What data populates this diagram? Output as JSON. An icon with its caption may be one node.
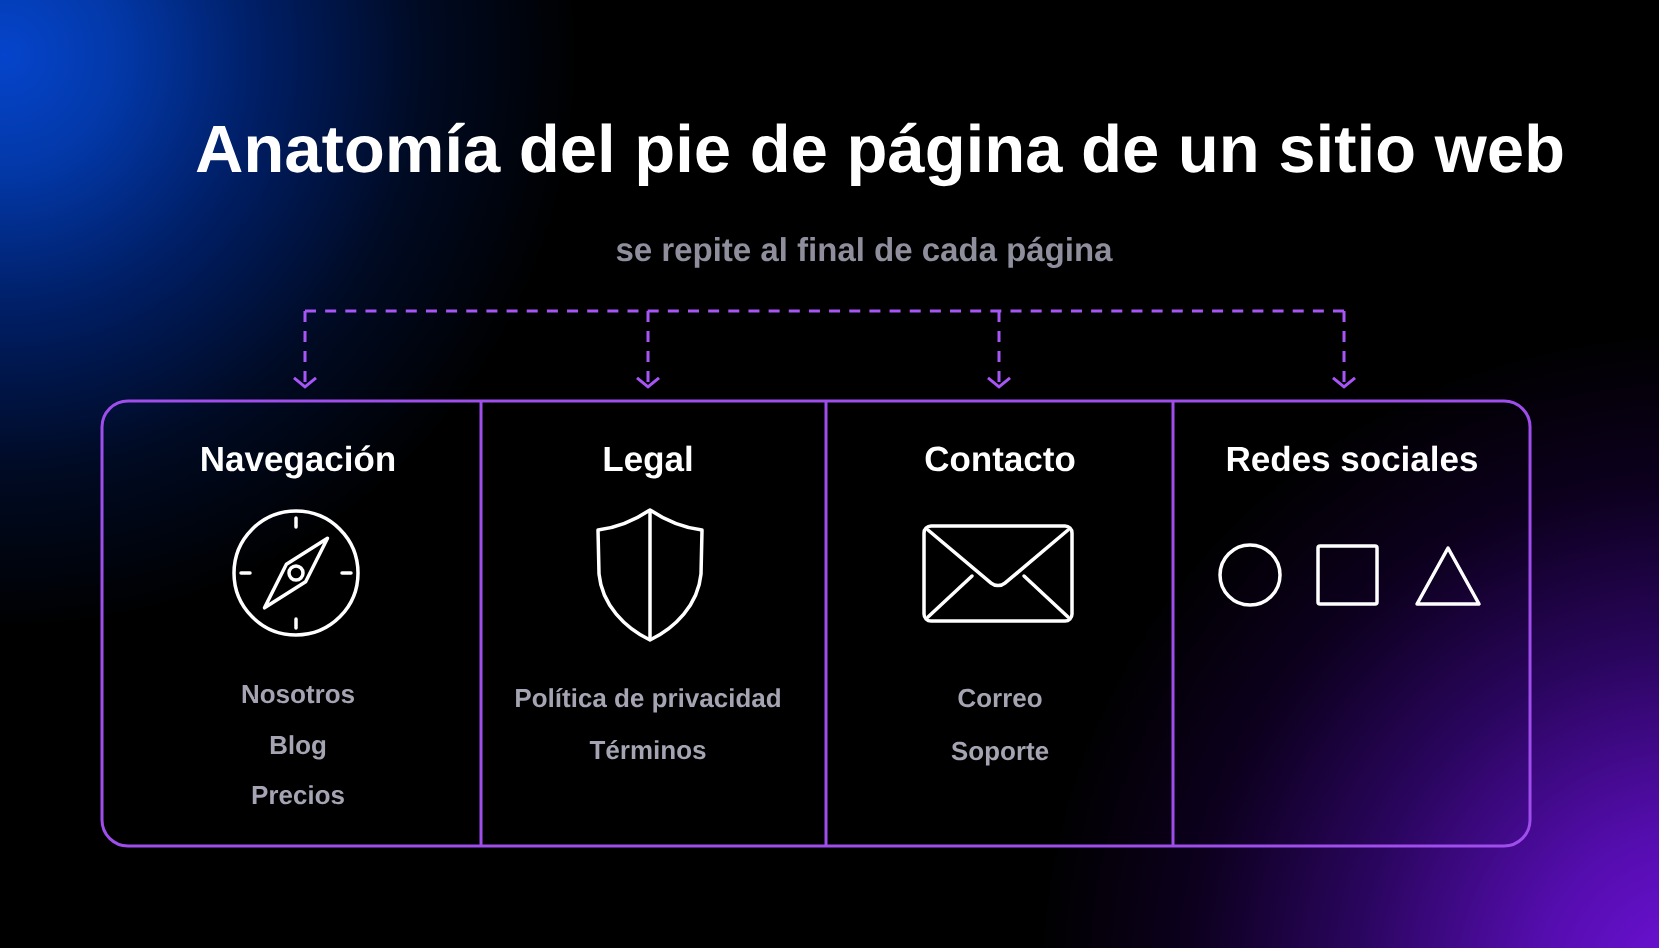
{
  "diagram": {
    "title": "Anatomía del pie de página de un sitio web",
    "nodes": [
      {
        "text": [],
        "shape": "box"
      },
      {
        "text": [
          "Navegación",
          "Nosotros",
          "Blog",
          "Precios"
        ],
        "in": 0
      },
      {
        "text": [
          "Legal",
          "Política de privacidad",
          "Términos"
        ],
        "in": 0
      },
      {
        "text": [
          "Contacto",
          "Correo",
          "Soporte"
        ],
        "in": 0
      },
      {
        "text": [
          "Redes sociales"
        ],
        "in": 0
      }
    ],
    "edges": [
      {
        "from": null,
        "to": 1,
        "arrow": "to",
        "style": "dashed"
      },
      {
        "from": null,
        "to": 2,
        "arrow": "to",
        "style": "dashed"
      },
      {
        "from": null,
        "to": 3,
        "arrow": "to",
        "style": "dashed"
      },
      {
        "from": null,
        "to": 4,
        "arrow": "to",
        "style": "dashed"
      }
    ],
    "labels": [
      "se repite al final de cada página"
    ]
  }
}
